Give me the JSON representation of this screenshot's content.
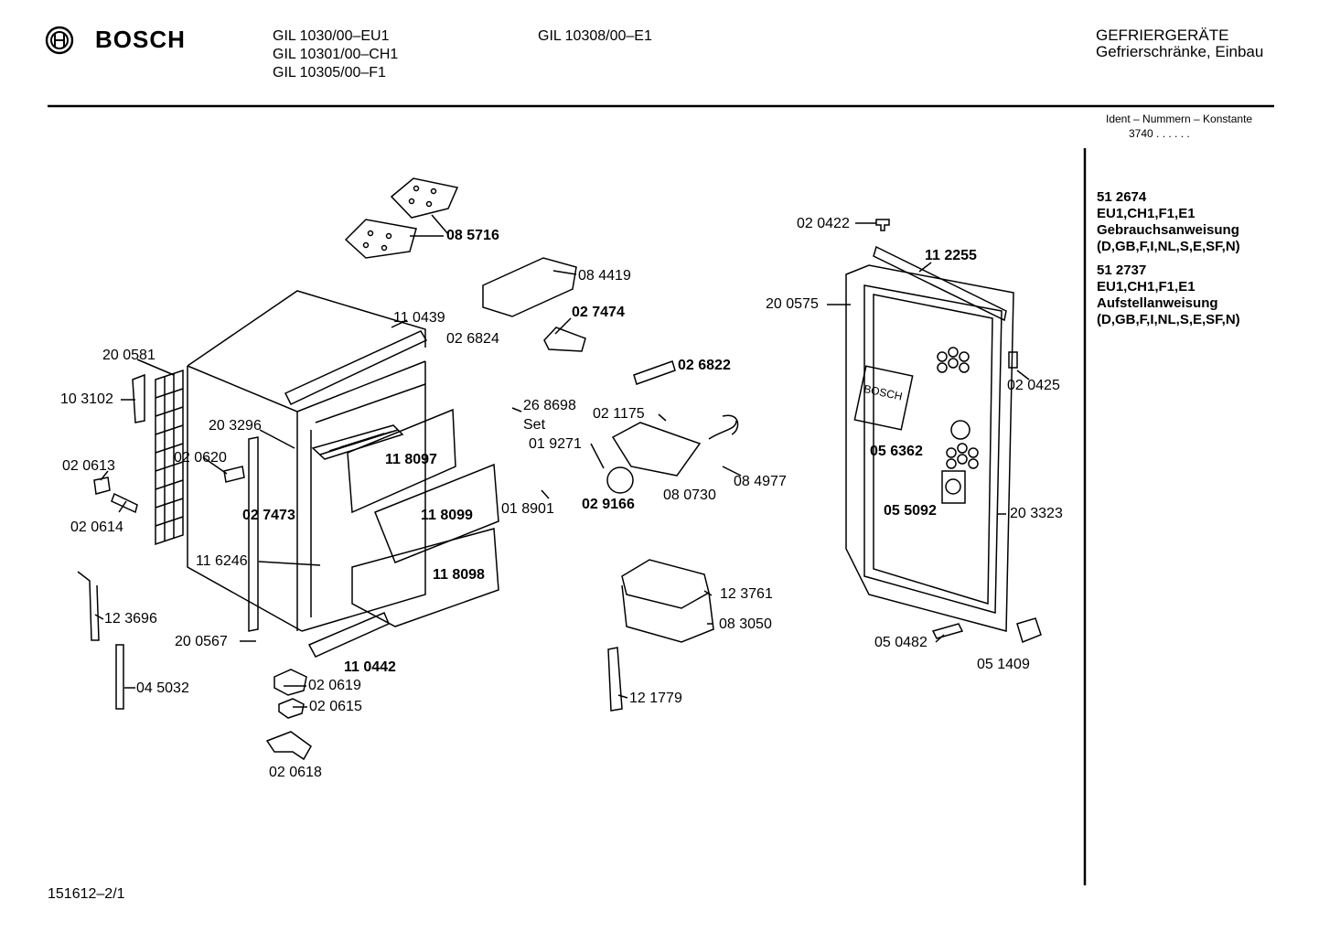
{
  "header": {
    "brand": "BOSCH",
    "models_col1": [
      "GIL 1030/00–EU1",
      "GIL 10301/00–CH1",
      "GIL 10305/00–F1"
    ],
    "models_col2": [
      "GIL 10308/00–E1"
    ],
    "category_line1": "GEFRIERGERÄTE",
    "category_line2": "Gefrierschränke, Einbau",
    "ident_label": "Ident – Nummern – Konstante",
    "ident_value": "3740 .  .  .  .  .  ."
  },
  "documents": [
    {
      "number": "51 2674",
      "variants": "EU1,CH1,F1,E1",
      "title": "Gebrauchsanweisung",
      "languages": "(D,GB,F,I,NL,S,E,SF,N)"
    },
    {
      "number": "51 2737",
      "variants": "EU1,CH1,F1,E1",
      "title": "Aufstellanweisung",
      "languages": "(D,GB,F,I,NL,S,E,SF,N)"
    }
  ],
  "part_labels": [
    "08 5716",
    "08 4419",
    "02 7474",
    "11 0439",
    "02 6824",
    "20 0581",
    "10 3102",
    "02 6822",
    "26 8698",
    "Set",
    "02 1175",
    "20 3296",
    "11 8097",
    "01 9271",
    "08 4977",
    "02 0613",
    "02 0620",
    "02 9166",
    "08 0730",
    "02 7473",
    "11 8099",
    "01 8901",
    "02 0614",
    "11 6246",
    "11 8098",
    "12 3696",
    "20 0567",
    "11 0442",
    "04 5032",
    "02 0619",
    "02 0615",
    "02 0618",
    "12 3761",
    "08 3050",
    "12 1779",
    "02 0422",
    "11 2255",
    "20 0575",
    "02 0425",
    "05 6362",
    "05 5092",
    "20 3323",
    "05 0482",
    "05 1409"
  ],
  "bold_part_labels": [
    "08 5716",
    "02 7474",
    "02 6822",
    "11 8097",
    "02 9166",
    "02 7473",
    "11 8099",
    "11 8098",
    "11 0442",
    "05 6362",
    "05 5092"
  ],
  "door_panel_text": "BOSCH",
  "footer": {
    "drawing_number": "151612–2/1"
  }
}
